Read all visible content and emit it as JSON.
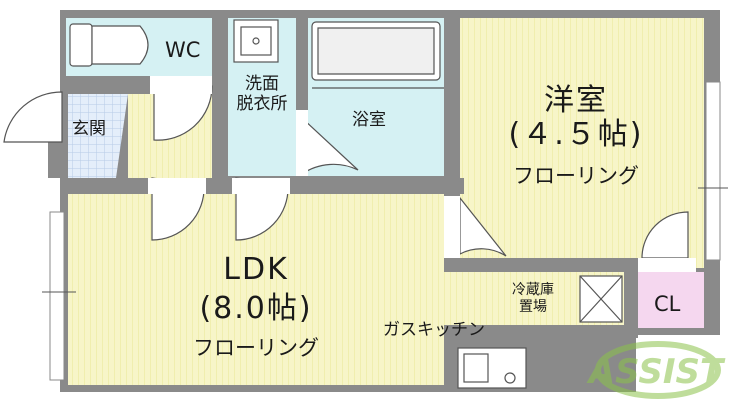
{
  "rooms": {
    "western": {
      "name": "洋室",
      "size": "(４.５帖)",
      "floor": "フローリング"
    },
    "ldk": {
      "name": "LDK",
      "size": "(8.0帖)",
      "floor": "フローリング"
    },
    "wc": {
      "name": "WC"
    },
    "washroom": {
      "line1": "洗面",
      "line2": "脱衣所"
    },
    "bath": {
      "name": "浴室"
    },
    "entrance": {
      "name": "玄関"
    },
    "closet": {
      "name": "CL"
    }
  },
  "fixtures": {
    "fridge": {
      "line1": "冷蔵庫",
      "line2": "置場"
    },
    "kitchen": {
      "name": "ガスキッチン"
    }
  },
  "watermark": {
    "text": "ASSIST"
  },
  "colors": {
    "wall": "#8a8a8a",
    "flooring": "#f7f5c8",
    "flooring_line": "#ecea9e",
    "wet_area": "#d5f1f3",
    "tile": "#c3d9f0",
    "closet": "#f5d7ef",
    "watermark": "#8bc34a"
  }
}
